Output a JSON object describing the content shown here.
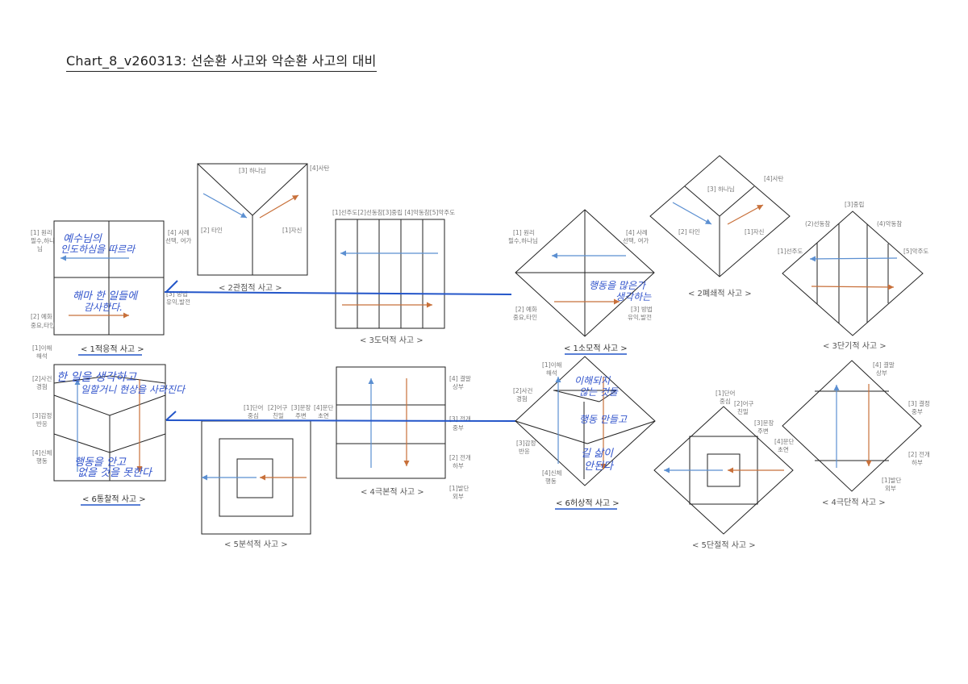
{
  "title": "Chart_8_v260313: 선순환 사고와 악순환 사고의 대비",
  "diagrams": {
    "d1": {
      "caption": "< 1적응적 사고 >",
      "labels": [
        "[1] 원리",
        "필수,하나",
        "님",
        "[4] 사례",
        "선택, 여가",
        "[2] 예화",
        "중요,타인",
        "[3] 방법",
        "유익,발전"
      ],
      "handwriting": [
        "예수님의",
        "인도하심을 따르라",
        "해마 한 일들에",
        "감사한다."
      ]
    },
    "d2": {
      "caption": "< 2관점적 사고 >",
      "labels": [
        "[3] 하나님",
        "[4]사탄",
        "[2] 타인",
        "[1]자신"
      ]
    },
    "d3": {
      "caption": "< 3도덕적 사고 >",
      "header": "[1]선주도[2]선동참[3]중립 [4]악동참[5]악주도"
    },
    "d4": {
      "caption": "< 4극본적 사고 >",
      "labels": [
        "[4] 결말",
        "상부",
        "[3] 전개",
        "중부",
        "[2] 전개",
        "하부",
        "[1]발단",
        "외부"
      ]
    },
    "d5": {
      "caption": "< 5분석적 사고 >",
      "labels": [
        "[1]단어",
        "중심",
        "[2]어구",
        "친밀",
        "[3]문장",
        "주변",
        "[4]문단",
        "초연"
      ]
    },
    "d6": {
      "caption": "< 6통찰적 사고 >",
      "labels": [
        "[1]이해",
        "해석",
        "[2]사건",
        "경험",
        "[3]감정",
        "반응",
        "[4]신체",
        "행동"
      ],
      "handwriting": [
        "한 일을 생각하고",
        "일할거니 현상을 사라진다",
        "행동을 안고",
        "없을 것을 못한다"
      ]
    },
    "r1": {
      "caption": "< 1소모적 사고 >",
      "labels": [
        "[1] 원리",
        "필수,하나님",
        "[4] 사례",
        "선택, 여가",
        "[2] 예화",
        "중요,타인",
        "[3] 방법",
        "유익,발전"
      ],
      "handwriting": [
        "행동을 많은가",
        "생각하는"
      ]
    },
    "r2": {
      "caption": "< 2폐쇄적 사고 >",
      "labels": [
        "[3] 하나님",
        "[4]사탄",
        "[2] 타인",
        "[1]자신"
      ]
    },
    "r3": {
      "caption": "< 3단기적 사고 >",
      "labels": [
        "[3]중립",
        "(2)선동참",
        "(4)악동참",
        "[1]선주도",
        "[5]악주도"
      ]
    },
    "r4": {
      "caption": "< 4극단적 사고 >",
      "labels": [
        "[4] 결말",
        "상부",
        "[3] 결정",
        "중부",
        "[2] 전개",
        "하부",
        "[1]발단",
        "외부"
      ]
    },
    "r5": {
      "caption": "< 5단절적 사고 >",
      "labels": [
        "[1]단어",
        "중심",
        "[2]어구",
        "친밀",
        "[3]문장",
        "주변",
        "[4]문단",
        "초연"
      ]
    },
    "r6": {
      "caption": "< 6허상적 사고 >",
      "labels": [
        "[1]이해",
        "해석",
        "[2]사건",
        "경험",
        "[3]감정",
        "반응",
        "[4]신체",
        "행동"
      ],
      "handwriting": [
        "이해되지",
        "않는 것들",
        "행동 만들고",
        "길 삶이",
        "안된다"
      ]
    }
  },
  "colors": {
    "blue_arrow": "#5b8fd1",
    "orange_arrow": "#c8703a",
    "connector": "#2456c9",
    "handwriting": "#3355cc"
  }
}
